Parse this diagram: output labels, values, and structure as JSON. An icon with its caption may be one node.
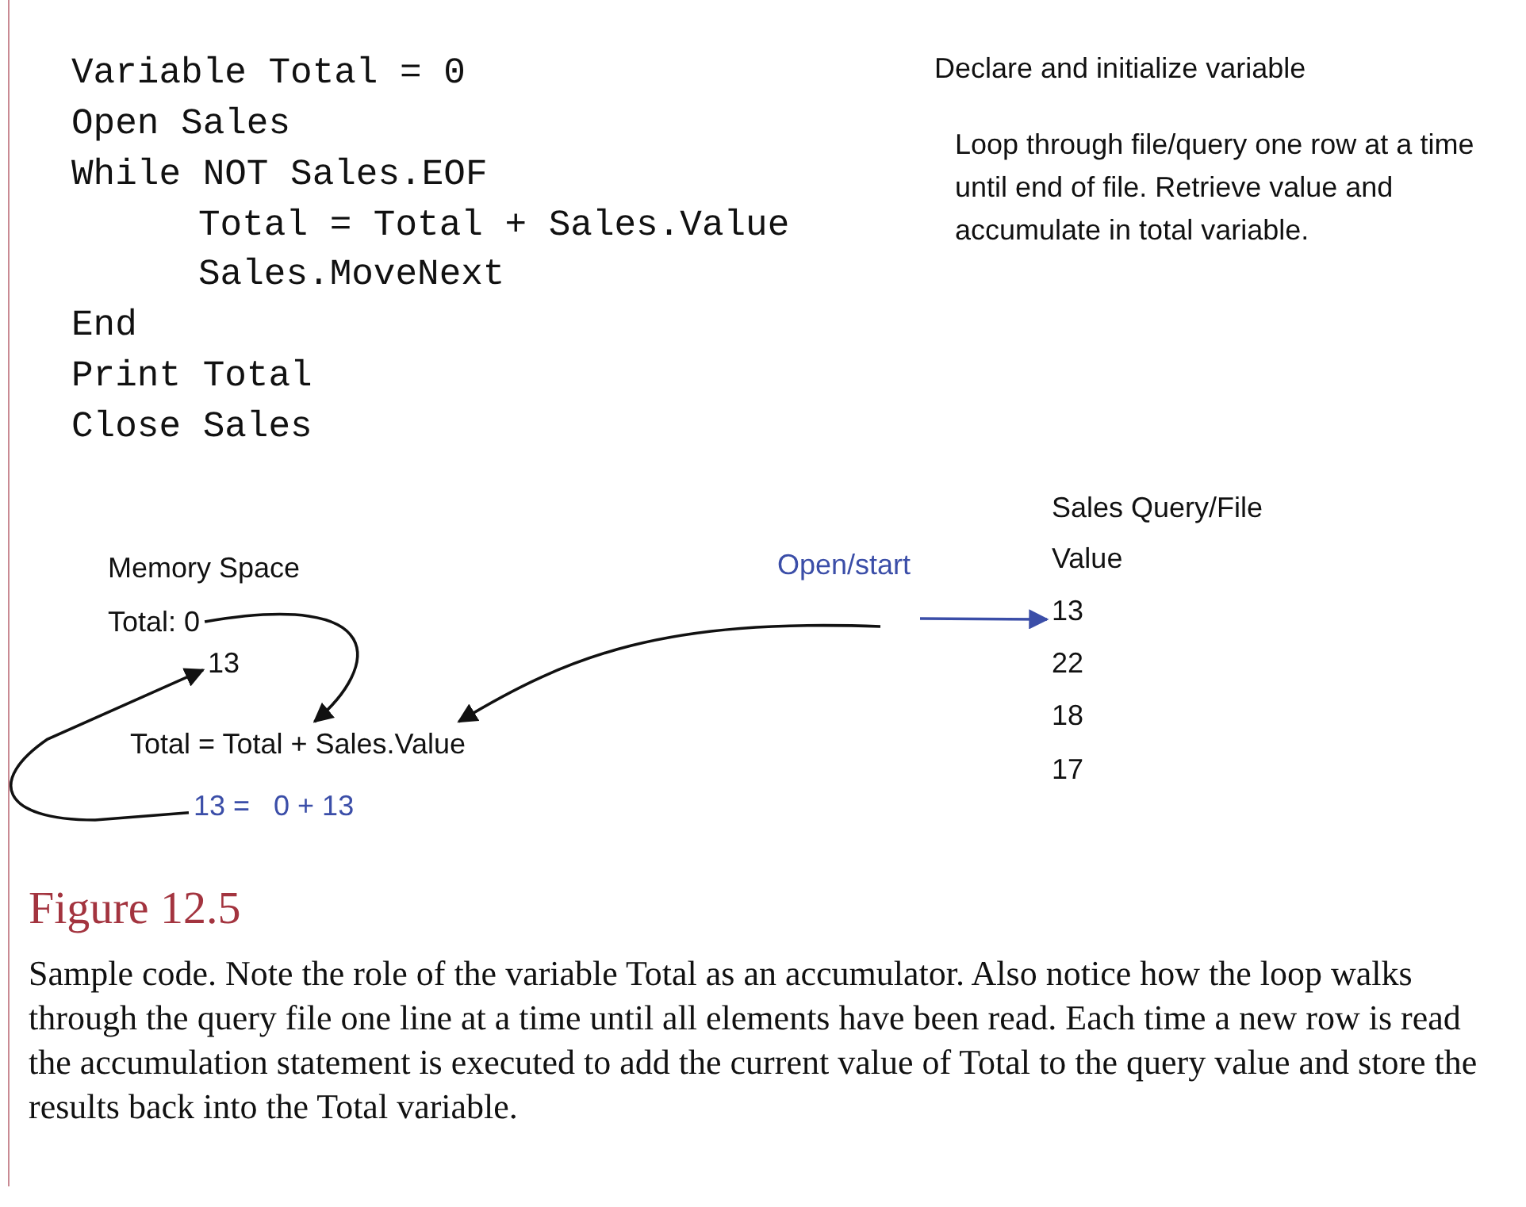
{
  "diagram": {
    "title": "Figure 12.5",
    "caption": "Sample code. Note the role of the variable Total as an accumulator. Also notice how the loop walks through the query file one line at a time until all elements have been read. Each time a new row is read the accumulation statement is executed to add the current value of Total to the query value and store the results back into the Total variable.",
    "nodes": [
      {
        "text": [
          "Total: 0"
        ]
      },
      {
        "text": [
          "13"
        ]
      },
      {
        "text": [
          "Total = Total + Sales.Value"
        ]
      },
      {
        "text": [
          "13 =   0 + 13"
        ]
      },
      {
        "text": [
          "13"
        ]
      }
    ],
    "edges": [
      {
        "from": 0,
        "to": 2,
        "arrow": "to"
      },
      {
        "from": 3,
        "to": 1,
        "arrow": "to"
      },
      {
        "from": null,
        "to": 2,
        "arrow": "to"
      },
      {
        "from": null,
        "to": 4,
        "arrow": "to",
        "color": "#3b4ea8"
      }
    ],
    "labels": [
      "Variable Total = 0",
      "Open Sales",
      "While NOT Sales.EOF",
      "Total = Total + Sales.Value",
      "Sales.MoveNext",
      "End",
      "Print Total",
      "Close Sales",
      "Declare and initialize variable",
      "Loop through file/query one row at a time until end of file. Retrieve value and accumulate in total variable.",
      "Sales Query/File",
      "Memory Space",
      "Open/start",
      "Value",
      "22",
      "18",
      "17"
    ]
  }
}
